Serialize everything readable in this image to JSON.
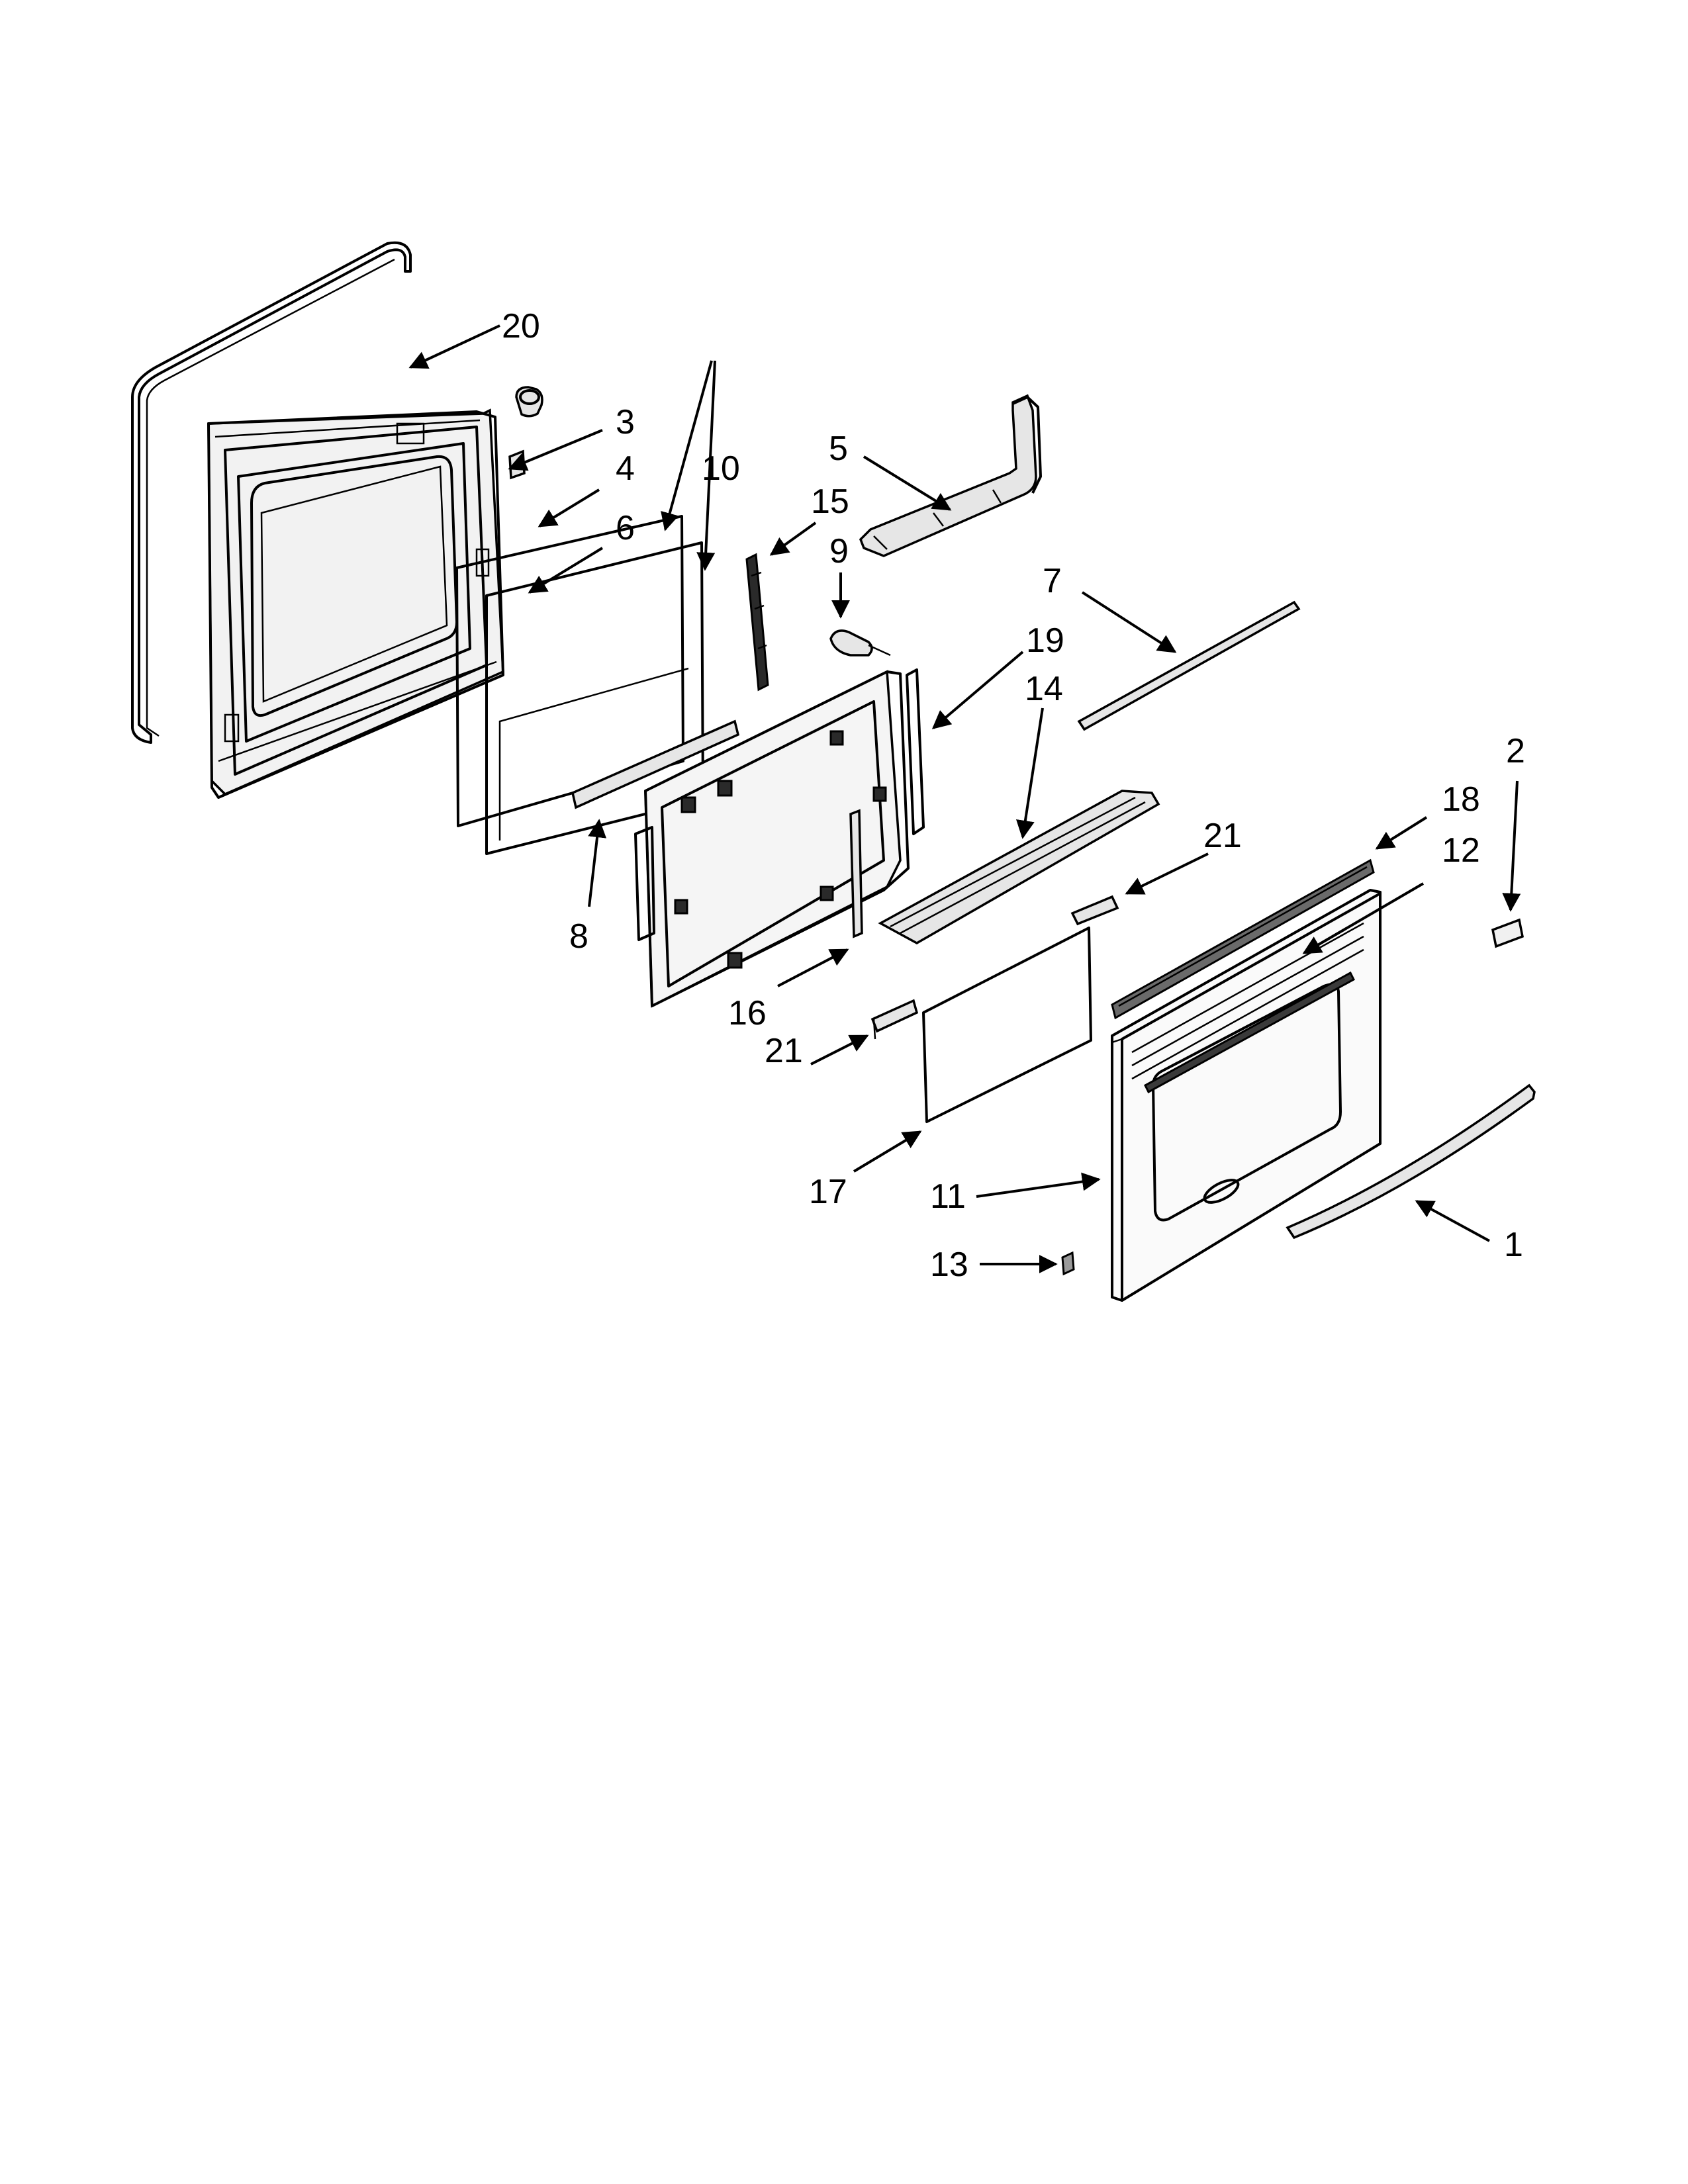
{
  "callouts": {
    "c1": "1",
    "c2": "2",
    "c3": "3",
    "c4": "4",
    "c5": "5",
    "c6": "6",
    "c7": "7",
    "c8": "8",
    "c9": "9",
    "c10": "10",
    "c11": "11",
    "c12": "12",
    "c13": "13",
    "c14": "14",
    "c15": "15",
    "c16": "16",
    "c17": "17",
    "c18": "18",
    "c19": "19",
    "c20": "20",
    "c21a": "21",
    "c21b": "21"
  }
}
